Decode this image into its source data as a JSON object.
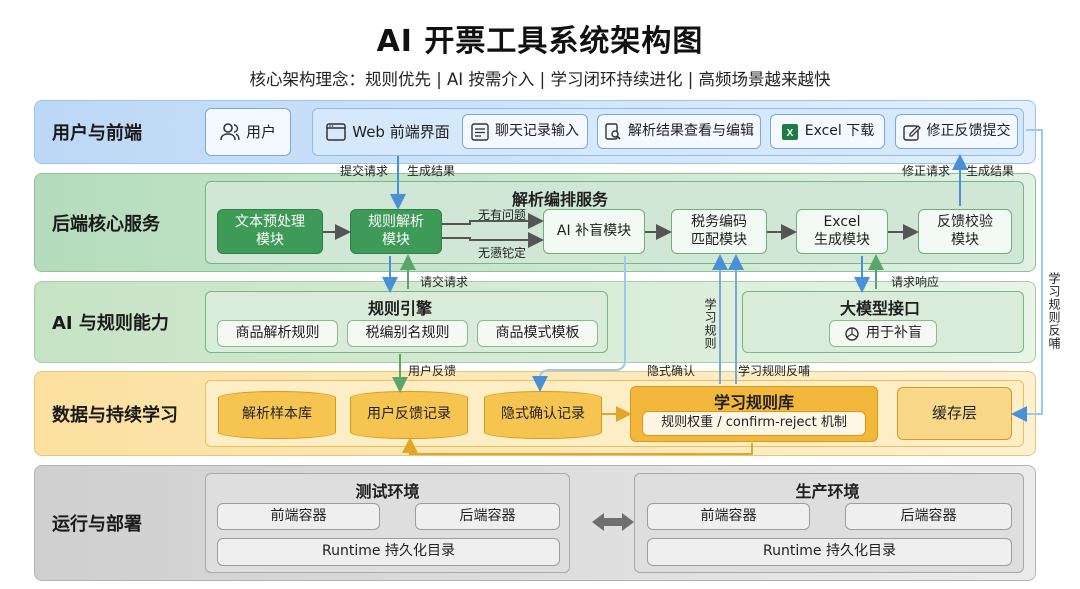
{
  "title": "AI 开票工具系统架构图",
  "subtitle": "核心架构理念：规则优先 | AI 按需介入 | 学习闭环持续进化 | 高频场景越来越快",
  "layers": {
    "frontend": {
      "label": "用户与前端",
      "user": "用户",
      "web": "Web 前端界面",
      "items": [
        "聊天记录输入",
        "解析结果查看与编辑",
        "Excel 下载",
        "修正反馈提交"
      ]
    },
    "backend": {
      "label": "后端核心服务",
      "service_title": "解析编排服务",
      "modules": [
        "文本预处理\n模块",
        "规则解析\n模块",
        "AI 补盲模块",
        "税务编码\n匹配模块",
        "Excel\n生成模块",
        "反馈校验\n模块"
      ],
      "branch_labels": [
        "无有问题",
        "无懑铊定"
      ]
    },
    "ai": {
      "label": "AI 与规则能力",
      "rule_engine": "规则引擎",
      "rules": [
        "商品解析规则",
        "税编别名规则",
        "商品模式模板"
      ],
      "llm": "大模型接口",
      "llm_item": "用于补盲"
    },
    "data": {
      "label": "数据与持续学习",
      "stores": [
        "解析样本库",
        "用户反馈记录",
        "隐式确认记录"
      ],
      "learn_title": "学习规则库",
      "learn_item": "规则权重 / confirm-reject 机制",
      "cache": "缓存层"
    },
    "deploy": {
      "label": "运行与部署",
      "test": {
        "title": "测试环境",
        "front": "前端容器",
        "back": "后端容器",
        "runtime": "Runtime 持久化目录"
      },
      "prod": {
        "title": "生产环境",
        "front": "前端容器",
        "back": "后端容器",
        "runtime": "Runtime 持久化目录"
      }
    }
  },
  "annotations": {
    "submit": "提交请求",
    "result": "生成结果",
    "fix_request": "修正请求",
    "result2": "生成结果",
    "request": "请交请求",
    "feedback": "用户反馈",
    "implicit": "隐式确认",
    "learn_feedback": "学习规则反哺",
    "request_resp": "请求响应",
    "learn_rule": "学习规则",
    "learn_rule_feedback": "学习规则反哺"
  },
  "colors": {
    "blue": "#4a90d9",
    "green": "#3e9b57",
    "yellow": "#f0b030",
    "gray": "#8a8a8a"
  }
}
